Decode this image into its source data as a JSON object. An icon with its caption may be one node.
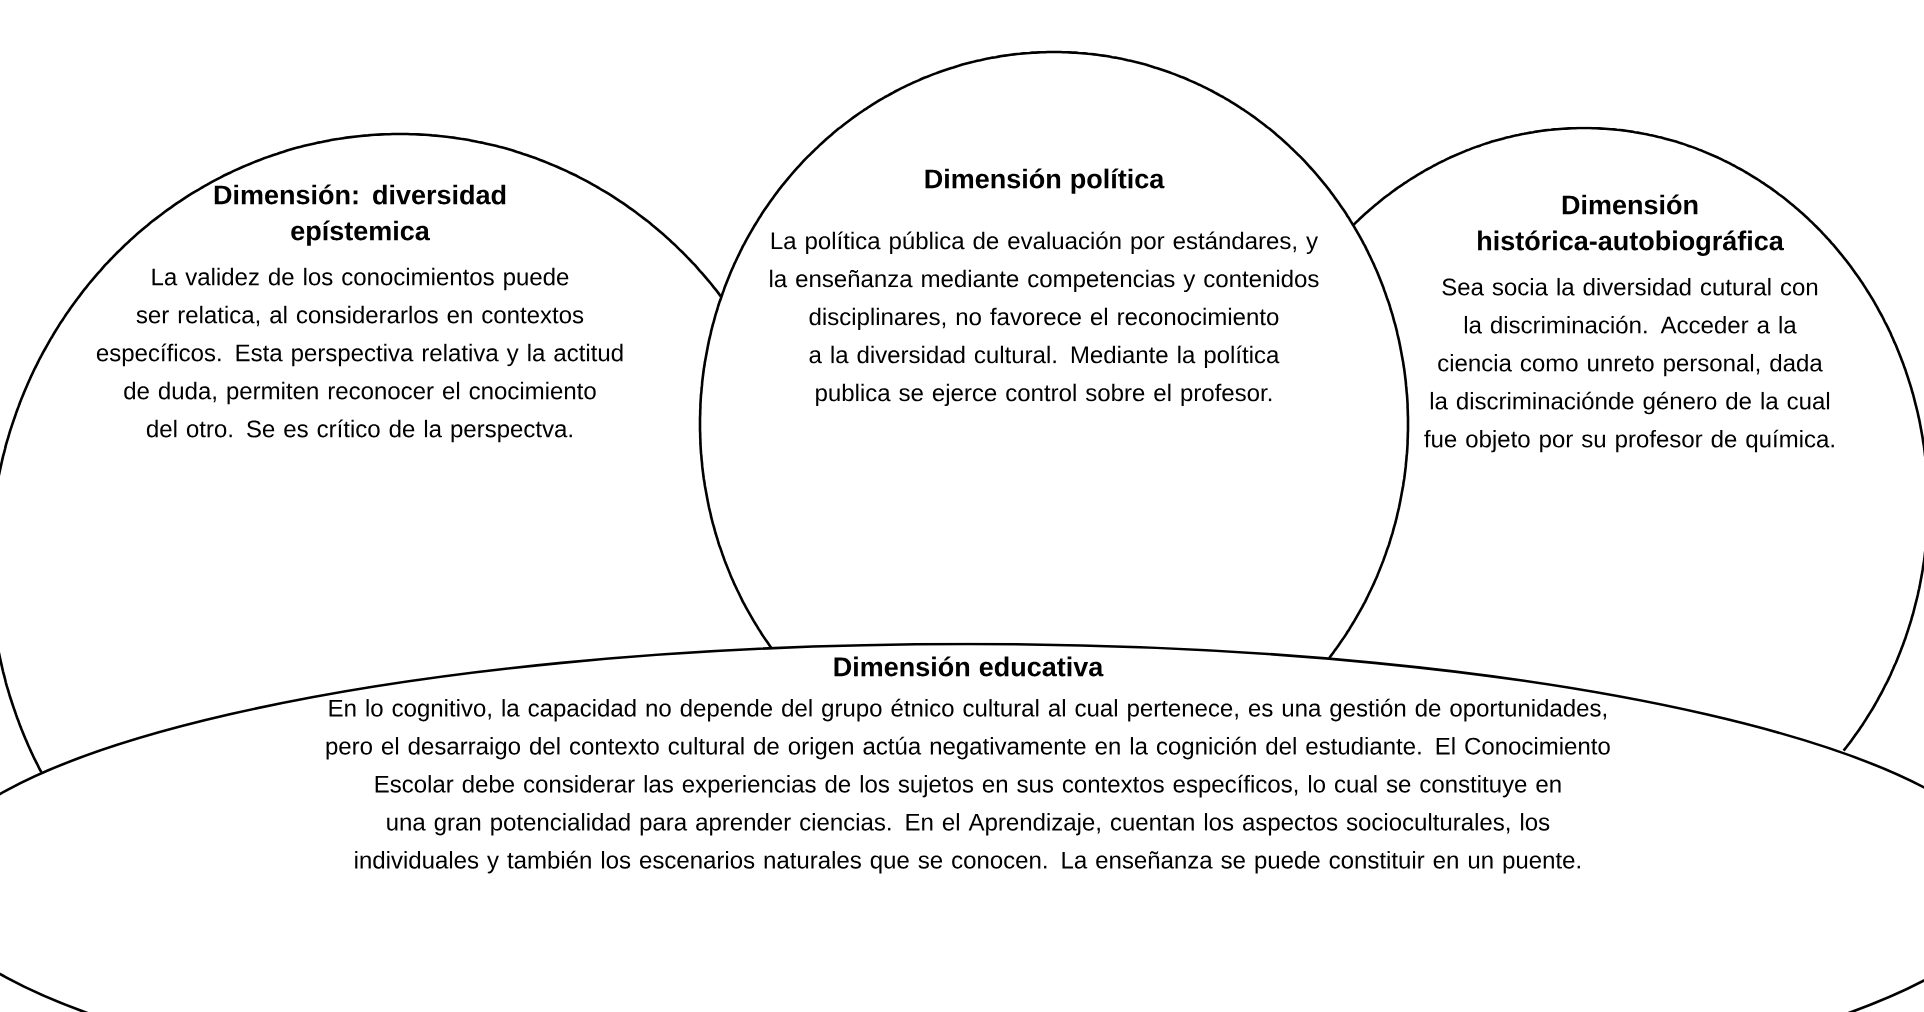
{
  "diagram": {
    "nodes": [
      {
        "text": [
          "Dimensión: diversidad epístemica",
          "La validez de los conocimientos puede ser relatica, al considerarlos en contextos específicos. Esta perspectiva relativa y la actitud de duda, permiten reconocer el cnocimiento del otro. Se es crítico de la perspectva."
        ]
      },
      {
        "text": [
          "Dimensión política",
          "La política pública de evaluación por estándares, y la enseñanza mediante competencias y contenidos disciplinares, no favorece el reconocimiento a la diversidad cultural. Mediante la política publica se ejerce control sobre el profesor."
        ]
      },
      {
        "text": [
          "Dimensión histórica-autobiográfica",
          "Sea socia la diversidad cutural con la discriminación. Acceder a la ciencia como unreto personal, dada la discriminaciónde género de la cual fue objeto por su profesor de química."
        ]
      },
      {
        "text": [
          "Dimensión educativa",
          "En lo cognitivo, la capacidad no depende del grupo étnico cultural al cual pertenece, es una gestión de oportunidades, pero el desarraigo del contexto cultural de origen actúa negativamente en la cognición del estudiante. El Conocimiento Escolar debe considerar las experiencias de los sujetos en sus contextos específicos, lo cual se constituye en una gran potencialidad para aprender ciencias. En el Aprendizaje, cuentan los aspectos socioculturales, los individuales y también los escenarios naturales que se conocen. La enseñanza se puede constituir en un puente."
        ]
      }
    ],
    "edges": []
  }
}
